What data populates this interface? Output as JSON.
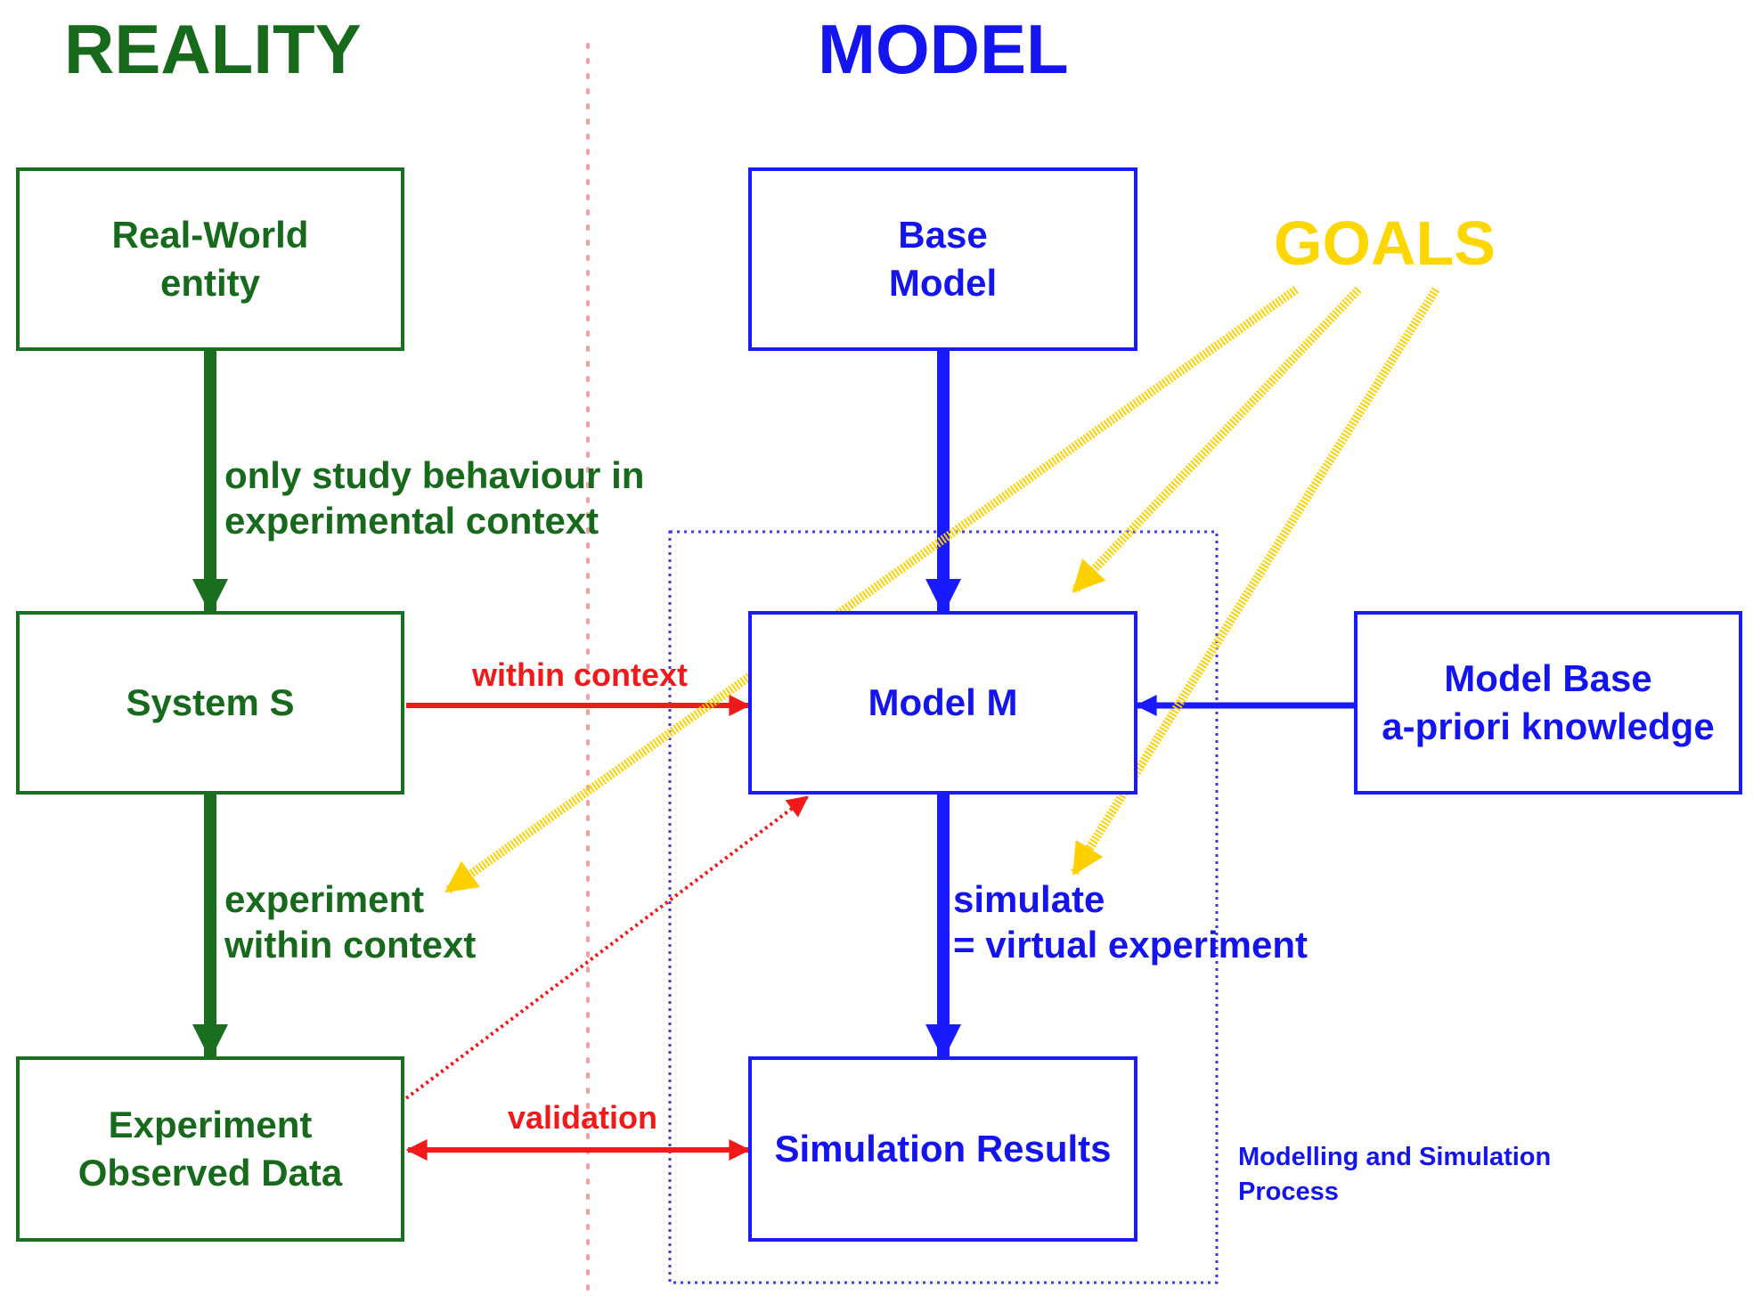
{
  "headings": {
    "reality": "REALITY",
    "model": "MODEL",
    "goals": "GOALS"
  },
  "boxes": {
    "real_world_entity": [
      "Real-World",
      "entity"
    ],
    "system_s": [
      "System S"
    ],
    "experiment_observed_data": [
      "Experiment",
      "Observed Data"
    ],
    "base_model": [
      "Base",
      "Model"
    ],
    "model_m": [
      "Model M"
    ],
    "simulation_results": [
      "Simulation Results"
    ],
    "model_base": [
      "Model Base",
      "a-priori knowledge"
    ]
  },
  "edge_labels": {
    "study_behaviour": [
      "only study behaviour in",
      "experimental context"
    ],
    "experiment_within_context": [
      "experiment",
      "within context"
    ],
    "within_context": "within context",
    "validation": "validation",
    "simulate": [
      "simulate",
      "= virtual experiment"
    ]
  },
  "process_label": [
    "Modelling and Simulation",
    "Process"
  ],
  "colors": {
    "reality_green": "#17691c",
    "model_blue": "#1414ee",
    "goals_yellow": "#ffd700",
    "relation_red": "#f01a1a",
    "divider_pink": "#f2a0a0"
  }
}
